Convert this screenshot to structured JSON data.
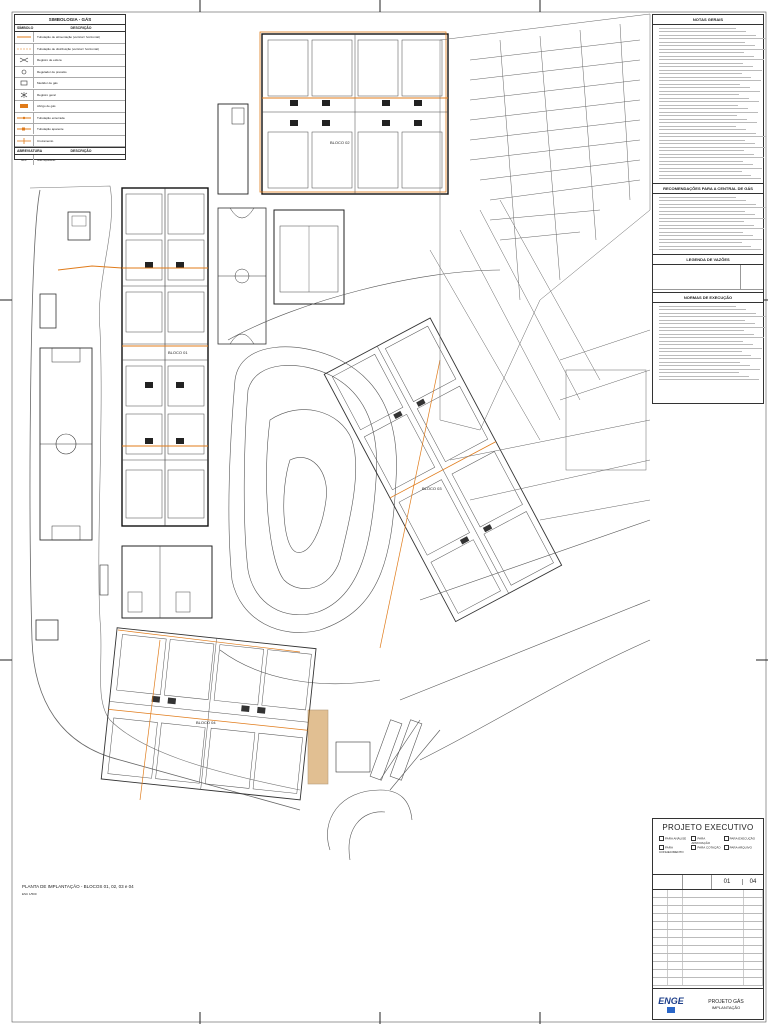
{
  "legend": {
    "title": "SIMBOLOGIA - GÁS",
    "header_symbol": "SÍMBOLO",
    "header_desc": "DESCRIÇÃO",
    "items": [
      {
        "desc": "Tubulação de alimentação (vertical / horizontal)"
      },
      {
        "desc": "Tubulação de distribuição (vertical / horizontal)"
      },
      {
        "desc": "Registro de esfera"
      },
      {
        "desc": "Regulador de pressão"
      },
      {
        "desc": "Medidor de gás"
      },
      {
        "desc": "Registro geral"
      },
      {
        "desc": "Abrigo de gás"
      },
      {
        "desc": "Tubulação enterrada"
      },
      {
        "desc": "Tubulação aparente"
      },
      {
        "desc": "Cruzamento"
      }
    ],
    "sub_header_left": "ABREVIATURA",
    "sub_header_right": "DESCRIÇÃO",
    "sub_items": [
      {
        "abbr": "GLP",
        "desc": "Gás liquefeito"
      }
    ],
    "accent": "#e07b1a"
  },
  "notes": {
    "head1": "NOTAS GERAIS",
    "head2": "RECOMENDAÇÕES PARA A CENTRAL DE GÁS",
    "head3": "LEGENDA DE VAZÕES",
    "head4": "NORMAS DE EXECUÇÃO"
  },
  "plan": {
    "blocks": [
      "BLOCO 01",
      "BLOCO 02",
      "BLOCO 03",
      "BLOCO 04"
    ],
    "caption": "PLANTA DE IMPLANTAÇÃO - BLOCOS 01, 02, 03 e 04",
    "caption_sub": "ESC 1/500"
  },
  "titleblock": {
    "stage": "PROJETO EXECUTIVO",
    "options": [
      "PARA ANÁLISE",
      "PARA APROVAÇÃO",
      "PARA EXECUÇÃO",
      "PARA CONHECIMENTO",
      "PARA COTAÇÃO",
      "PARA ARQUIVO"
    ],
    "sheet": "01",
    "total": "04",
    "logo": "ENGE",
    "project": "PROJETO GÁS",
    "drawing": "IMPLANTAÇÃO"
  }
}
